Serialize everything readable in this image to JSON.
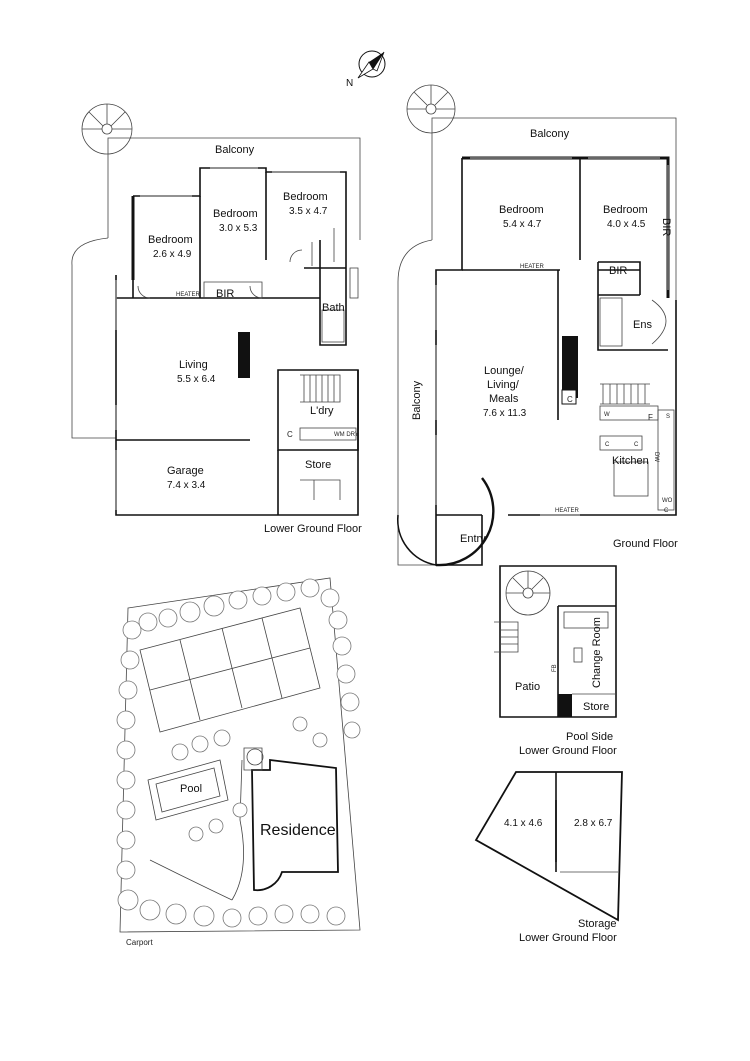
{
  "compass": {
    "label": "N"
  },
  "lower_ground": {
    "title": "Lower Ground Floor",
    "balcony": "Balcony",
    "bedroom1": {
      "name": "Bedroom",
      "dim": "2.6 x 4.9"
    },
    "bedroom2": {
      "name": "Bedroom",
      "dim": "3.0 x 5.3"
    },
    "bedroom3": {
      "name": "Bedroom",
      "dim": "3.5 x 4.7"
    },
    "bir": "BIR",
    "bath": "Bath",
    "living": {
      "name": "Living",
      "dim": "5.5 x 6.4"
    },
    "laundry": "L'dry",
    "c": "C",
    "wm_dry": "WM DRY",
    "garage": {
      "name": "Garage",
      "dim": "7.4 x 3.4"
    },
    "store": "Store",
    "heater": "HEATER"
  },
  "ground": {
    "title": "Ground Floor",
    "balcony_top": "Balcony",
    "balcony_left": "Balcony",
    "bedroom1": {
      "name": "Bedroom",
      "dim": "5.4 x 4.7"
    },
    "bedroom2": {
      "name": "Bedroom",
      "dim": "4.0 x 4.5"
    },
    "bir": "BIR",
    "ens": "Ens",
    "lounge": {
      "l1": "Lounge/",
      "l2": "Living/",
      "l3": "Meals",
      "dim": "7.6 x 11.3"
    },
    "c": "C",
    "f": "F",
    "s": "S",
    "w": "W",
    "dw": "DW",
    "wo": "WO",
    "kitchen": "Kitchen",
    "entry": "Entry",
    "heater": "HEATER"
  },
  "pool_side": {
    "title1": "Pool Side",
    "title2": "Lower Ground Floor",
    "patio": "Patio",
    "change_room": "Change Room",
    "store": "Store",
    "fb": "FB"
  },
  "storage": {
    "title1": "Storage",
    "title2": "Lower Ground Floor",
    "room1": "4.1 x 4.6",
    "room2": "2.8 x 6.7"
  },
  "site": {
    "pool": "Pool",
    "residence": "Residence",
    "carport": "Carport"
  }
}
